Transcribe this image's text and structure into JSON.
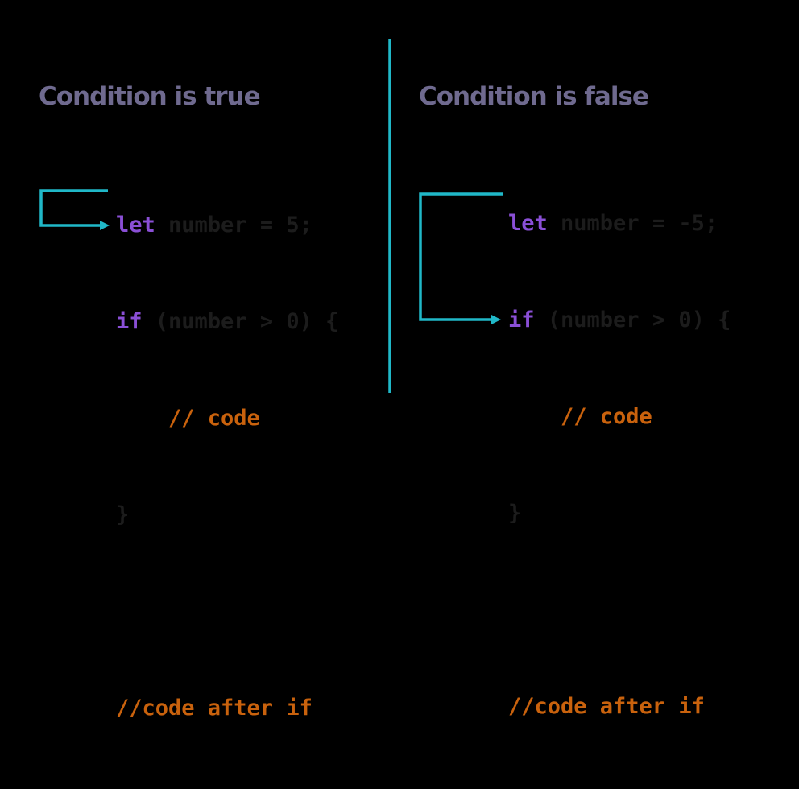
{
  "colors": {
    "background": "#000000",
    "heading": "#6f6a8f",
    "keyword": "#8a4fd6",
    "comment": "#c9620d",
    "code_text": "#1c1c1c",
    "arrow": "#20b8c8"
  },
  "left": {
    "title": "Condition is true",
    "code": {
      "let_kw": "let",
      "let_rest": " number = 5;",
      "if_kw": "if",
      "if_rest": " (number > 0) {",
      "inner_comment": "    // code",
      "close_brace": "}",
      "after_comment": "//code after if"
    }
  },
  "right": {
    "title": "Condition is false",
    "code": {
      "let_kw": "let",
      "let_rest": " number = -5;",
      "if_kw": "if",
      "if_rest": " (number > 0) {",
      "inner_comment": "    // code",
      "close_brace": "}",
      "after_comment": "//code after if"
    }
  }
}
